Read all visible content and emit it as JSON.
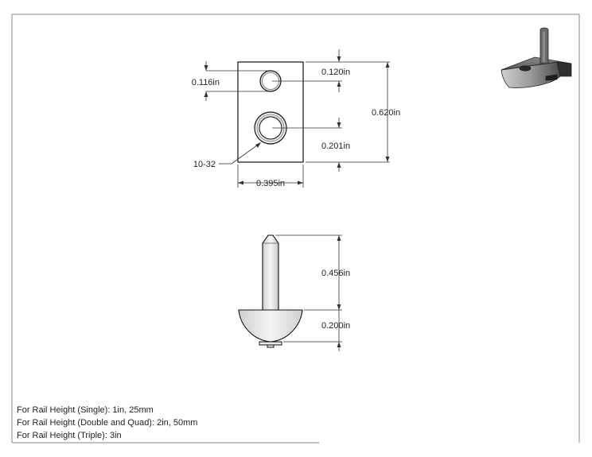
{
  "drawing": {
    "top_view": {
      "dim_small_hole": "0.116in",
      "dim_hole_offset": "0.120in",
      "dim_total_height": "0.620in",
      "dim_threaded_offset": "0.201in",
      "dim_width": "0.395in",
      "thread_callout": "10-32"
    },
    "side_view": {
      "dim_pin_length": "0.456in",
      "dim_base_height": "0.200in"
    },
    "notes": [
      "For Rail Height (Single): 1in, 25mm",
      "For Rail Height (Double and Quad): 2in, 50mm",
      "For Rail Height (Triple): 3in"
    ],
    "colors": {
      "line": "#111111",
      "dim_line": "#333333",
      "frame": "#888888",
      "part_shade": "#dcdcdc",
      "iso_dark": "#3a3a3a"
    }
  }
}
